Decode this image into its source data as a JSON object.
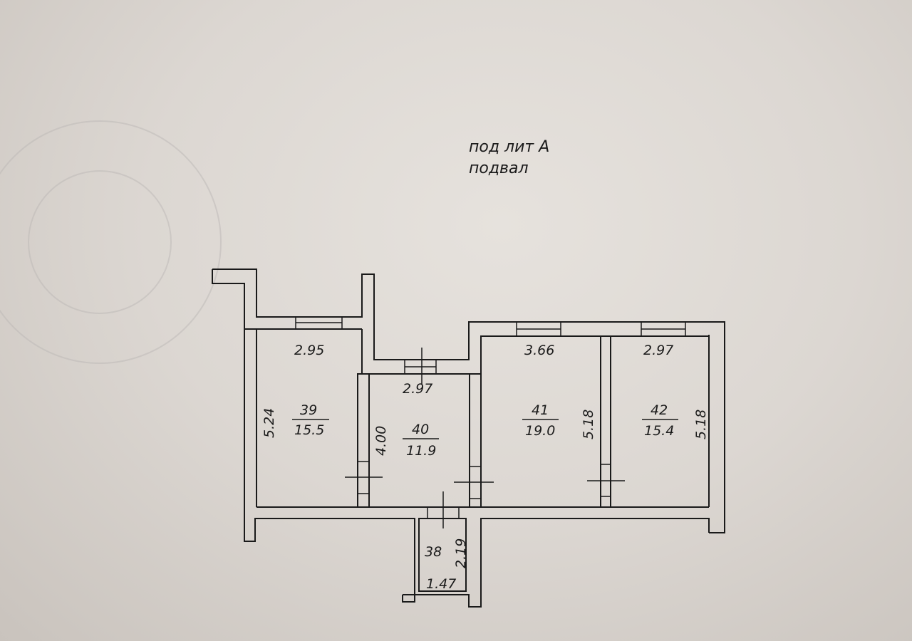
{
  "header": {
    "line1": "под лит А",
    "line2": "подвал"
  },
  "rooms": [
    {
      "number": "39",
      "area": "15.5",
      "width": "2.95",
      "depth": "5.24"
    },
    {
      "number": "40",
      "area": "11.9",
      "width": "2.97",
      "depth": "4.00"
    },
    {
      "number": "41",
      "area": "19.0",
      "width": "3.66",
      "depth": "5.18"
    },
    {
      "number": "42",
      "area": "15.4",
      "width": "2.97",
      "depth": "5.18"
    },
    {
      "number": "38",
      "width": "1.47",
      "depth": "2.19"
    }
  ]
}
